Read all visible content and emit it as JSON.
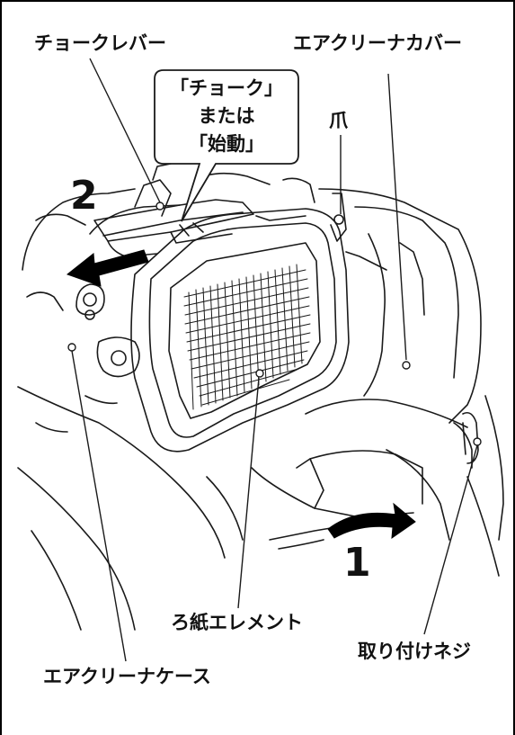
{
  "labels": {
    "choke_lever": "チョークレバー",
    "air_cleaner_cover": "エアクリーナカバー",
    "claw": "爪",
    "paper_element": "ろ紙エレメント",
    "mounting_screw": "取り付けネジ",
    "air_cleaner_case": "エアクリーナケース"
  },
  "callout": {
    "line1": "「チョーク」",
    "line2": "または",
    "line3": "「始動」"
  },
  "steps": {
    "step1": "1",
    "step2": "2"
  },
  "colors": {
    "line": "#1a1a1a",
    "arrow": "#000000",
    "background": "#ffffff"
  }
}
